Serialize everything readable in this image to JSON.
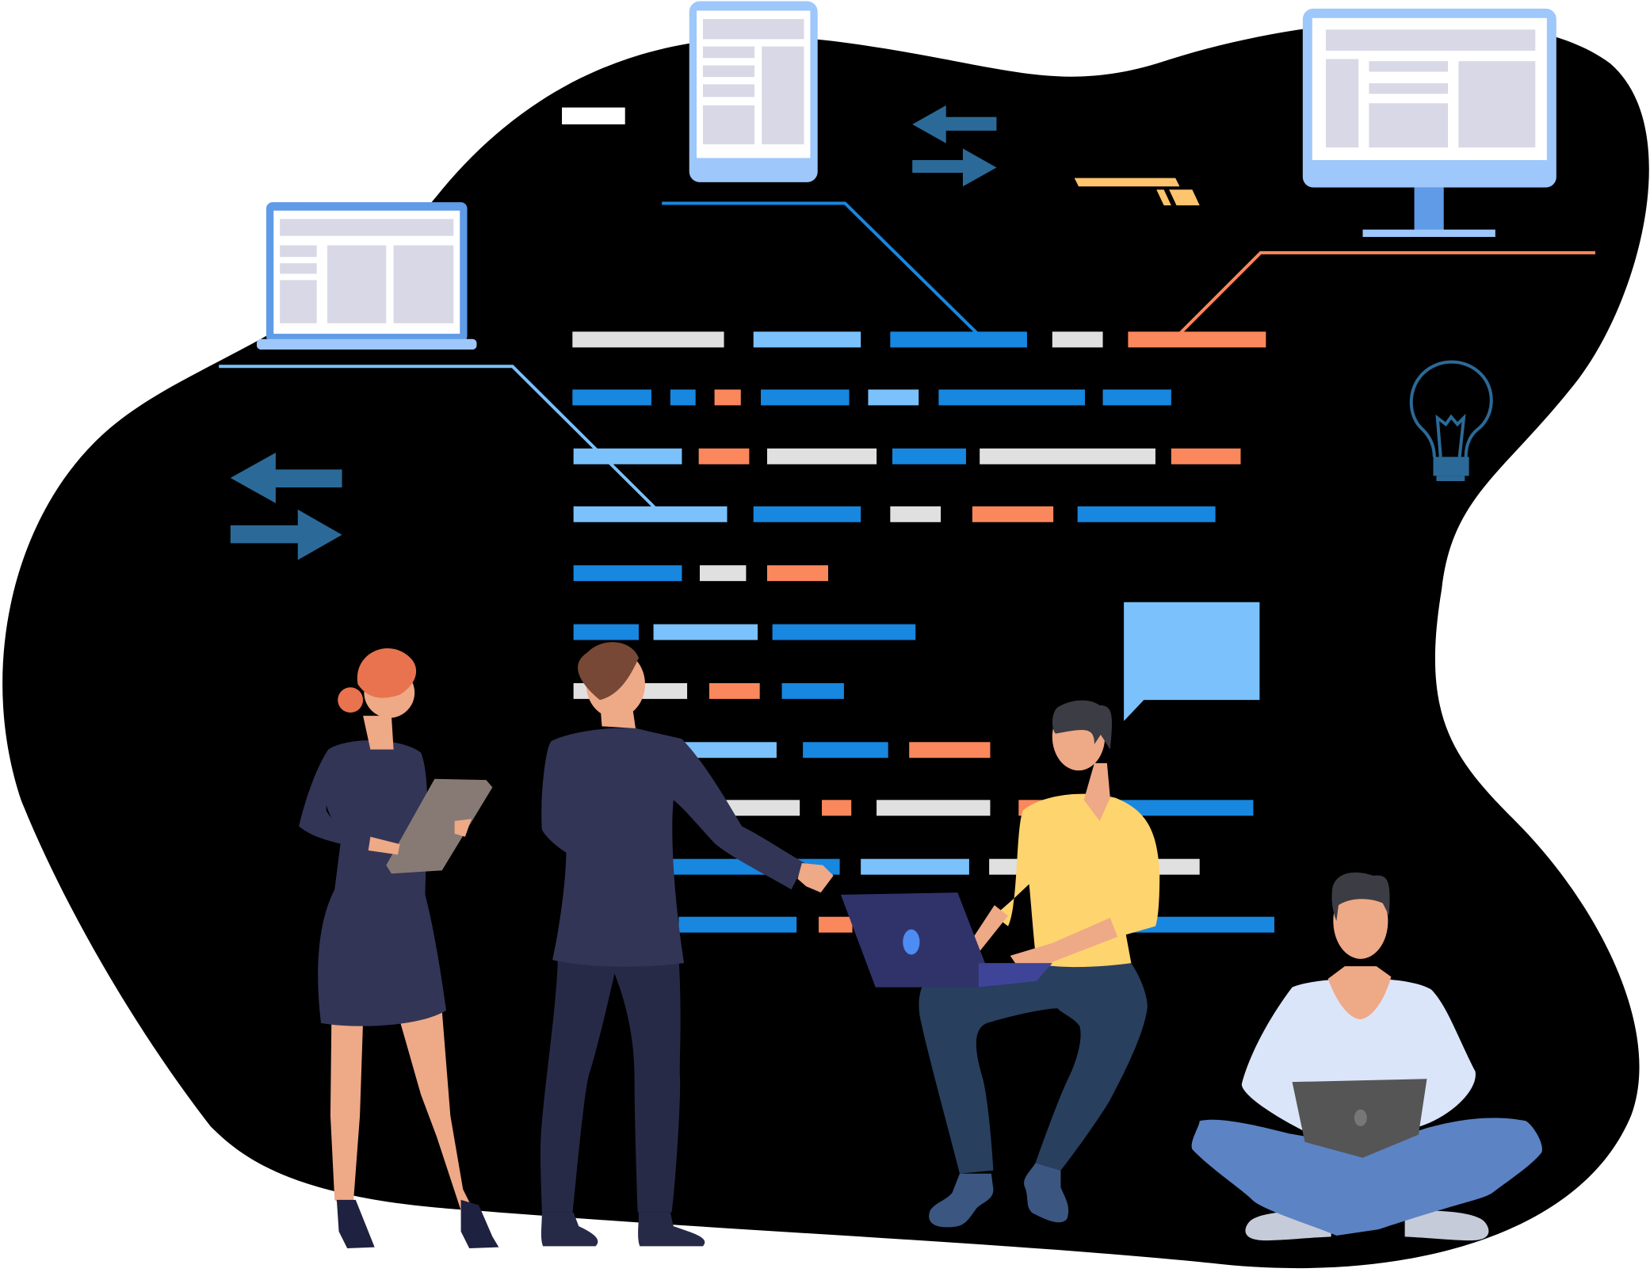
{
  "colors": {
    "background_blob": "#f6f8f8",
    "bar_gray": "#e0e0e0",
    "bar_light_blue": "#7bc1fb",
    "bar_blue": "#1787e0",
    "bar_orange": "#fb875c",
    "device_frame": "#9ec7fb",
    "device_frame_dark": "#5f9be6",
    "device_content": "#d8d8e6",
    "arrow": "#2b6a98",
    "speech_bubble": "#7bc1fb",
    "bulb": "#2b6a98",
    "dark_navy": "#333556",
    "skin": "#eea987",
    "hair_orange": "#e8734e",
    "shirt_yellow": "#fed46e",
    "pants_navy": "#293f5e",
    "shirt_pale_blue": "#dbe5f9",
    "jeans_blue": "#5c83c4",
    "laptop_purple": "#30336a",
    "laptop_gray": "#555555"
  },
  "icons": [
    "laptop-icon",
    "tablet-icon",
    "desktop-monitor-icon",
    "swap-arrows-icon",
    "lightbulb-icon",
    "speech-bubble-icon"
  ],
  "figures": [
    "woman-with-tablet",
    "man-presenting",
    "man-sitting-with-laptop",
    "man-cross-legged-with-laptop"
  ]
}
